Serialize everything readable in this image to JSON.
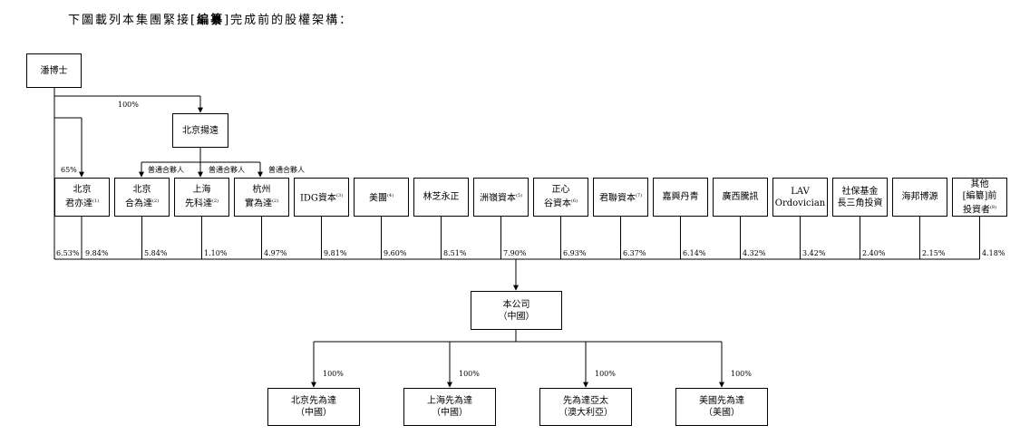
{
  "intro": {
    "pre": "下圖載列本集團緊接[",
    "bold": "編纂",
    "post": "]完成前的股權架構："
  },
  "top_holder": "潘博士",
  "top_to_bjyy_pct": "100%",
  "top_to_bjjyd_pct": "65%",
  "bjyy": "北京揚遠",
  "gp_labels": [
    "普通合夥人",
    "普通合夥人",
    "普通合夥人"
  ],
  "shareholders": [
    {
      "l1": "北京",
      "l2": "君亦達",
      "sup": "(1)",
      "pct": "6.53%",
      "pct2": "9.84%"
    },
    {
      "l1": "北京",
      "l2": "合為達",
      "sup": "(2)",
      "pct": "5.84%"
    },
    {
      "l1": "上海",
      "l2": "先科達",
      "sup": "(2)",
      "pct": "1.10%"
    },
    {
      "l1": "杭州",
      "l2": "實為達",
      "sup": "(2)",
      "pct": "4.97%"
    },
    {
      "l1": "IDG資本",
      "sup": "(3)",
      "pct": "9.81%"
    },
    {
      "l1": "美團",
      "sup": "(4)",
      "pct": "9.60%"
    },
    {
      "l1": "林芝永正",
      "pct": "8.51%"
    },
    {
      "l1": "洲嶺資本",
      "sup": "(5)",
      "pct": "7.90%"
    },
    {
      "l1": "正心",
      "l2": "谷資本",
      "sup": "(6)",
      "pct": "6.93%"
    },
    {
      "l1": "君聯資本",
      "sup": "(7)",
      "pct": "6.37%"
    },
    {
      "l1": "嘉興丹青",
      "pct": "6.14%"
    },
    {
      "l1": "廣西騰訊",
      "pct": "4.32%"
    },
    {
      "l1": "LAV",
      "l2": "Ordovician",
      "pct": "3.42%"
    },
    {
      "l1": "社保基金",
      "l2": "長三角投資",
      "pct": "2.40%"
    },
    {
      "l1": "海邦博源",
      "pct": "2.15%"
    },
    {
      "l1": "其他",
      "l2": "[編纂]前",
      "l3": "投資者",
      "sup": "(8)",
      "pct": "4.18%"
    }
  ],
  "company": {
    "l1": "本公司",
    "l2": "（中國）"
  },
  "subsidiaries": [
    {
      "l1": "北京先為達",
      "l2": "（中國）",
      "pct": "100%"
    },
    {
      "l1": "上海先為達",
      "l2": "（中國）",
      "pct": "100%"
    },
    {
      "l1": "先為達亞太",
      "l2": "（澳大利亞）",
      "pct": "100%"
    },
    {
      "l1": "美國先為達",
      "l2": "（美國）",
      "pct": "100%"
    }
  ]
}
